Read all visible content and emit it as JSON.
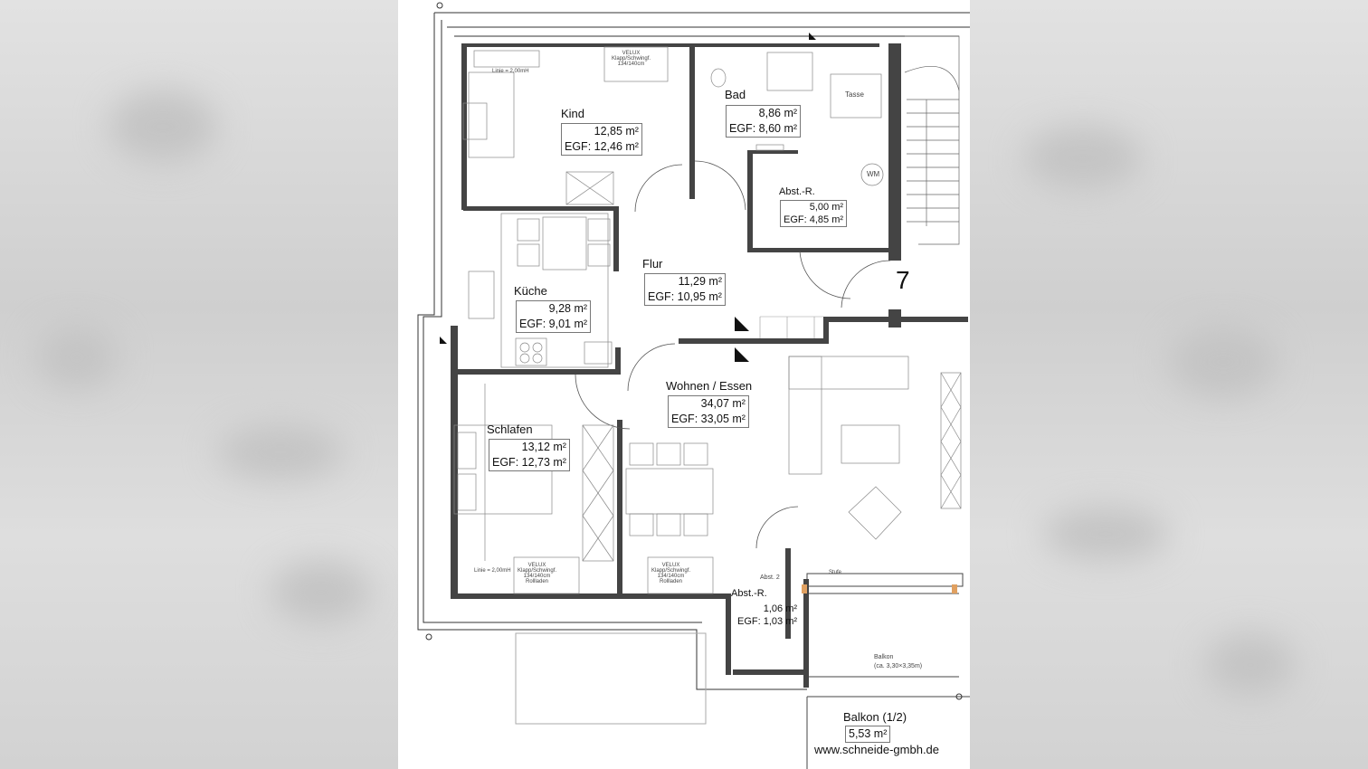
{
  "unit_number": "7",
  "watermark": "www.schneide-gmbh.de",
  "rooms": {
    "kind": {
      "name": "Kind",
      "area": "12,85 m²",
      "egf": "EGF: 12,46 m²"
    },
    "bad": {
      "name": "Bad",
      "area": "8,86 m²",
      "egf": "EGF: 8,60 m²"
    },
    "abst1": {
      "name": "Abst.-R.",
      "area": "5,00 m²",
      "egf": "EGF: 4,85 m²"
    },
    "flur": {
      "name": "Flur",
      "area": "11,29 m²",
      "egf": "EGF: 10,95 m²"
    },
    "kueche": {
      "name": "Küche",
      "area": "9,28 m²",
      "egf": "EGF: 9,01 m²"
    },
    "wohnen": {
      "name": "Wohnen / Essen",
      "area": "34,07 m²",
      "egf": "EGF: 33,05 m²"
    },
    "schlafen": {
      "name": "Schlafen",
      "area": "13,12 m²",
      "egf": "EGF: 12,73 m²"
    },
    "abst2": {
      "name": "Abst.-R.",
      "area": "1,06 m²",
      "egf": "EGF: 1,03 m²"
    },
    "balkon": {
      "name": "Balkon (1/2)",
      "area": "5,53 m²"
    }
  },
  "annotations": {
    "linie_top": "Linie = 2,00mH",
    "linie_bottom": "Linie = 2,00mH",
    "wm": "WM",
    "tasse": "Tasse",
    "abst2_label": "Abst. 2",
    "stufe": "Stufe",
    "balkon_small": "Balkon",
    "balkon_dims": "(ca. 3,30×3,35m)",
    "velux_lines": [
      "VELUX",
      "Klapp/Schwingf.",
      "134/140cm",
      "Rollladen"
    ]
  },
  "colors": {
    "wall": "#222222",
    "line": "#555555",
    "accent": "#e0a060"
  }
}
